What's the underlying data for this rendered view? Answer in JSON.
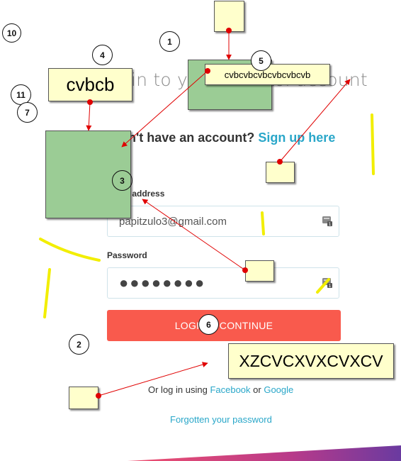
{
  "login": {
    "heading": "in to your Sparkol account",
    "subheading_prefix": "Don't have an account? ",
    "subheading_link": "Sign up here",
    "email_label": "Email address",
    "email_value": "papitzulo3@gmail.com",
    "password_label": "Password",
    "password_mask": "●●●●●●●●",
    "login_button": "LOGIN & CONTINUE",
    "social_prefix": "Or log in using ",
    "facebook": "Facebook",
    "social_or": " or ",
    "google": "Google",
    "forgot": "Forgotten your password"
  },
  "annotations": {
    "notes": {
      "note_cvbcb": "cvbcb",
      "note_long": "cvbcvbcvbcvbcvbcvb",
      "note_xz": "XZCVCXVXCVXCV"
    },
    "markers": [
      "1",
      "2",
      "3",
      "4",
      "5",
      "6",
      "7",
      "10",
      "11"
    ]
  },
  "colors": {
    "accent": "#2aa7c9",
    "button": "#f95a4d",
    "note_bg": "#ffffcc",
    "green_box": "#9bcc95",
    "arrow": "#e00000",
    "highlight": "#f2ee00"
  }
}
